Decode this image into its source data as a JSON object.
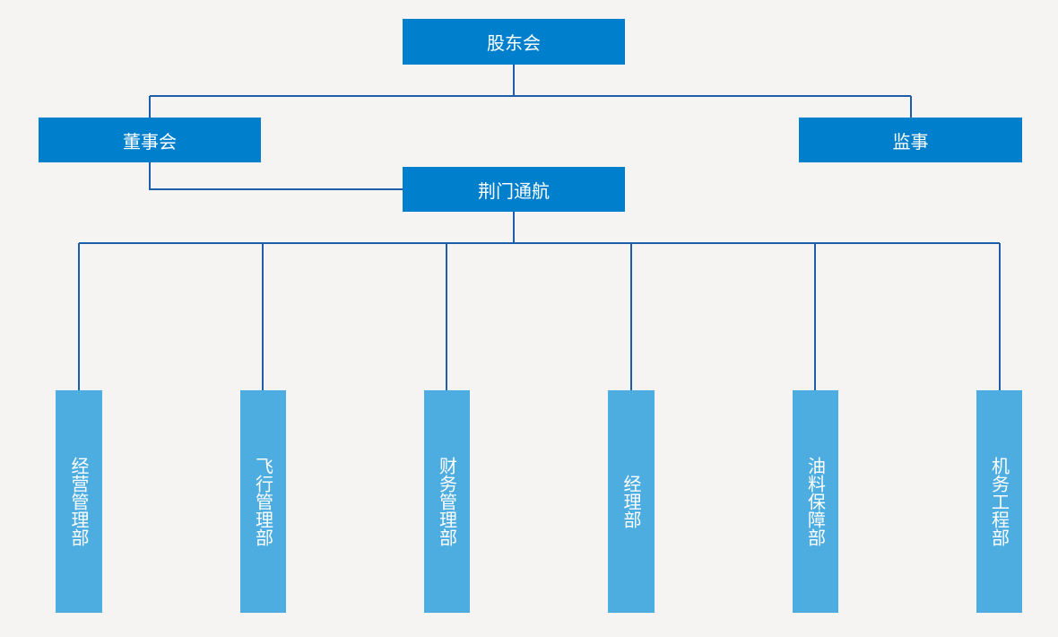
{
  "colors": {
    "background": "#f5f4f3",
    "top_box": "#0080cc",
    "dept_box": "#4eade0",
    "connector": "#1c5fa8",
    "text": "#ffffff"
  },
  "nodes": {
    "shareholders": "股东会",
    "board": "董事会",
    "supervisor": "监事",
    "company": "荆门通航"
  },
  "departments": [
    "经营管理部",
    "飞行管理部",
    "财务管理部",
    "经理部",
    "油料保障部",
    "机务工程部"
  ]
}
